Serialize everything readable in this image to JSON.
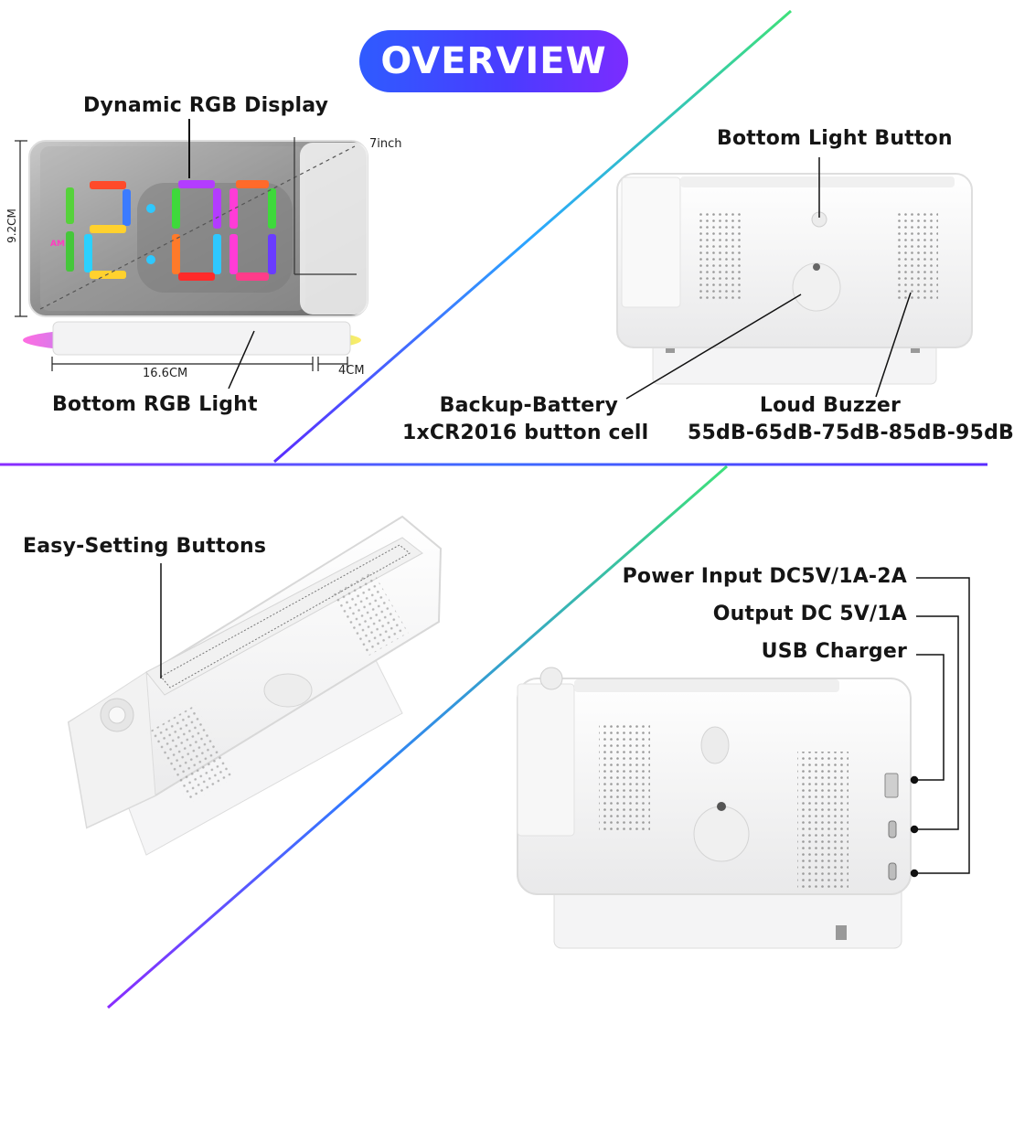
{
  "header": {
    "title": "OVERVIEW"
  },
  "panels": {
    "front": {
      "display_label": "Dynamic RGB Display",
      "time": "12:00",
      "am": "AM",
      "diagonal": "7inch",
      "height": "9.2CM",
      "width": "16.6CM",
      "depth": "4CM",
      "light_label": "Bottom RGB Light"
    },
    "back": {
      "light_button_label": "Bottom Light Button",
      "battery_label": "Backup-Battery",
      "battery_detail": "1xCR2016 button cell",
      "buzzer_label": "Loud Buzzer",
      "buzzer_detail": "55dB-65dB-75dB-85dB-95dB"
    },
    "top": {
      "buttons_label": "Easy-Setting Buttons"
    },
    "side": {
      "power_label": "Power Input DC5V/1A-2A",
      "output_label": "Output DC 5V/1A",
      "usb_label": "USB Charger"
    }
  },
  "colors": {
    "badge_start": "#2f5bff",
    "badge_end": "#7b2cff",
    "divider_purple": "#6a2cff",
    "divider_green": "#36e08a"
  }
}
